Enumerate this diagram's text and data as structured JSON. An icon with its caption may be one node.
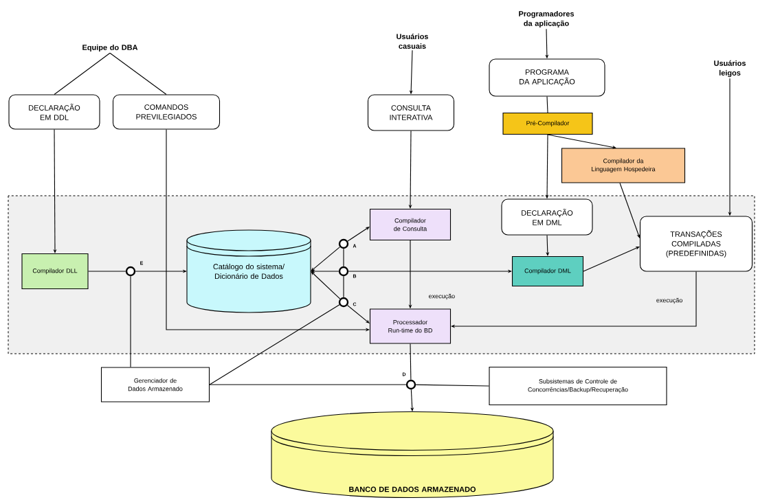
{
  "diagram": {
    "nodes": [
      {
        "text": [
          "Equipe do DBA"
        ]
      },
      {
        "text": [
          "DECLARAÇÃO EM DDL"
        ]
      },
      {
        "text": [
          "COMANDOS PREVILEGIADOS"
        ]
      },
      {
        "text": [
          "Usuários casuais"
        ]
      },
      {
        "text": [
          "CONSULTA INTERATIVA"
        ]
      },
      {
        "text": [
          "Programadores da aplicação"
        ]
      },
      {
        "text": [
          "PROGRAMA DA APLICAÇÃO"
        ]
      },
      {
        "text": [
          "Pré-Compilador"
        ]
      },
      {
        "text": [
          "Compilador da Linguagem Hospedeira"
        ]
      },
      {
        "text": [
          "Usuários leigos"
        ]
      },
      {
        "text": [
          "Compilador DLL"
        ]
      },
      {
        "text": [],
        "shape": "circle",
        "beside": [
          "E"
        ]
      },
      {
        "text": [
          "Catálogo do sistema/ Dicionário de Dados"
        ]
      },
      {
        "text": [],
        "shape": "circle",
        "beside": [
          "A"
        ]
      },
      {
        "text": [],
        "shape": "circle",
        "beside": [
          "B"
        ]
      },
      {
        "text": [],
        "shape": "circle",
        "beside": [
          "C"
        ]
      },
      {
        "text": [
          "Compilador de Consulta"
        ]
      },
      {
        "text": [
          "DECLARAÇÃO EM DML"
        ]
      },
      {
        "text": [
          "Compilador DML"
        ]
      },
      {
        "text": [
          "TRANSAÇÕES COMPILADAS (PREDEFINIDAS)"
        ]
      },
      {
        "text": [
          "Processador Run-time do BD"
        ]
      },
      {
        "text": [
          "Gerenciador de Dados Armazenado"
        ]
      },
      {
        "text": [],
        "shape": "circle",
        "beside": [
          "D"
        ]
      },
      {
        "text": [
          "Subsistemas de Controle de Concorrências/Backup/Recuperação"
        ]
      },
      {
        "text": [
          "BANCO DE DADOS ARMAZENADO"
        ]
      }
    ],
    "edges": [
      {
        "from": 0,
        "to": 1,
        "arrow": "none"
      },
      {
        "from": 0,
        "to": 2,
        "arrow": "none"
      },
      {
        "from": 1,
        "to": 10,
        "arrow": "to"
      },
      {
        "from": 2,
        "to": 20,
        "arrow": "to"
      },
      {
        "from": 3,
        "to": 4,
        "arrow": "to"
      },
      {
        "from": 4,
        "to": 16,
        "arrow": "to"
      },
      {
        "from": 16,
        "to": 20,
        "arrow": "to",
        "label": "execução"
      },
      {
        "from": 5,
        "to": 6,
        "arrow": "to"
      },
      {
        "from": 6,
        "to": 7,
        "arrow": "none"
      },
      {
        "from": 7,
        "to": 17,
        "arrow": "to"
      },
      {
        "from": 7,
        "to": 8,
        "arrow": "to"
      },
      {
        "from": 8,
        "to": 19,
        "arrow": "to"
      },
      {
        "from": 9,
        "to": 19,
        "arrow": "to"
      },
      {
        "from": 17,
        "to": 18,
        "arrow": "to"
      },
      {
        "from": 18,
        "to": 19,
        "arrow": "to"
      },
      {
        "from": 19,
        "to": 20,
        "arrow": "to",
        "label": "execução"
      },
      {
        "from": 10,
        "to": 11,
        "arrow": "none"
      },
      {
        "from": 11,
        "to": 12,
        "arrow": "to"
      },
      {
        "from": 11,
        "to": 21,
        "arrow": "none"
      },
      {
        "from": 13,
        "to": 12,
        "arrow": "to"
      },
      {
        "from": 14,
        "to": 12,
        "arrow": "to"
      },
      {
        "from": 15,
        "to": 12,
        "arrow": "to"
      },
      {
        "from": 13,
        "to": 16,
        "arrow": "to"
      },
      {
        "from": 14,
        "to": 18,
        "arrow": "to"
      },
      {
        "from": 15,
        "to": 20,
        "arrow": "to"
      },
      {
        "from": 13,
        "to": 14,
        "arrow": "none"
      },
      {
        "from": 14,
        "to": 15,
        "arrow": "none"
      },
      {
        "from": 21,
        "to": 15,
        "arrow": "none"
      },
      {
        "from": 21,
        "to": 22,
        "arrow": "none"
      },
      {
        "from": 22,
        "to": 23,
        "arrow": "none"
      },
      {
        "from": 20,
        "to": 22,
        "arrow": "none"
      },
      {
        "from": 22,
        "to": 24,
        "arrow": "to"
      }
    ]
  }
}
